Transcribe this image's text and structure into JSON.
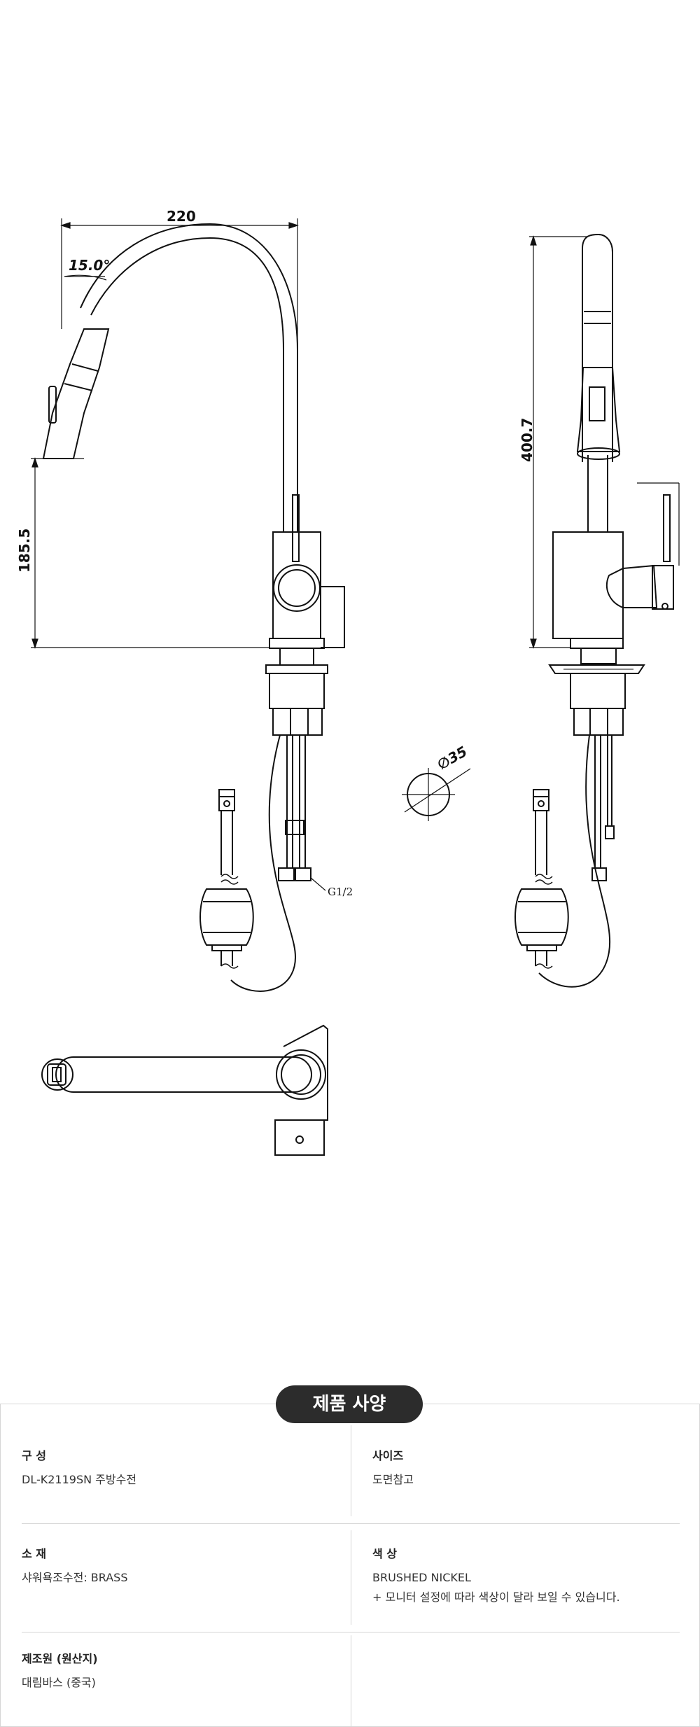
{
  "drawing": {
    "dimensions": {
      "spout_reach": "220",
      "angle": "15.0°",
      "spout_height": "185.5",
      "total_height": "400.7",
      "hole_diameter": "∅35",
      "thread": "G1/2"
    }
  },
  "spec": {
    "title": "제품 사양",
    "composition": {
      "label": "구 성",
      "value": "DL-K2119SN 주방수전"
    },
    "size": {
      "label": "사이즈",
      "value": "도면참고"
    },
    "material": {
      "label": "소 재",
      "value": "샤워욕조수전: BRASS"
    },
    "color": {
      "label": "색 상",
      "value": "BRUSHED NICKEL",
      "note": "+ 모니터 설정에 따라 색상이 달라 보일 수 있습니다."
    },
    "maker": {
      "label": "제조원 (원산지)",
      "value": "대림바스 (중국)"
    }
  }
}
